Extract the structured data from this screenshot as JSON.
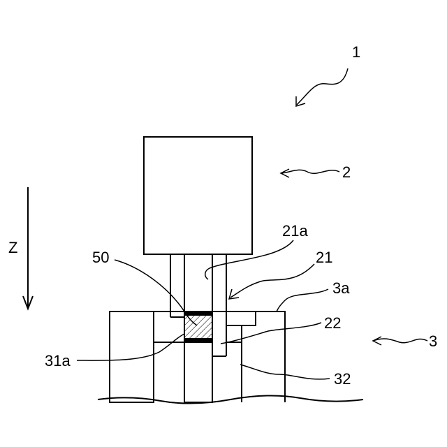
{
  "labels": {
    "device": "1",
    "head": "2",
    "stage": "3",
    "stage_surface": "3a",
    "nozzle": "21",
    "nozzle_inner": "21a",
    "nozzle_tip": "22",
    "recess": "31a",
    "groove": "32",
    "material": "50",
    "axis": "Z"
  }
}
